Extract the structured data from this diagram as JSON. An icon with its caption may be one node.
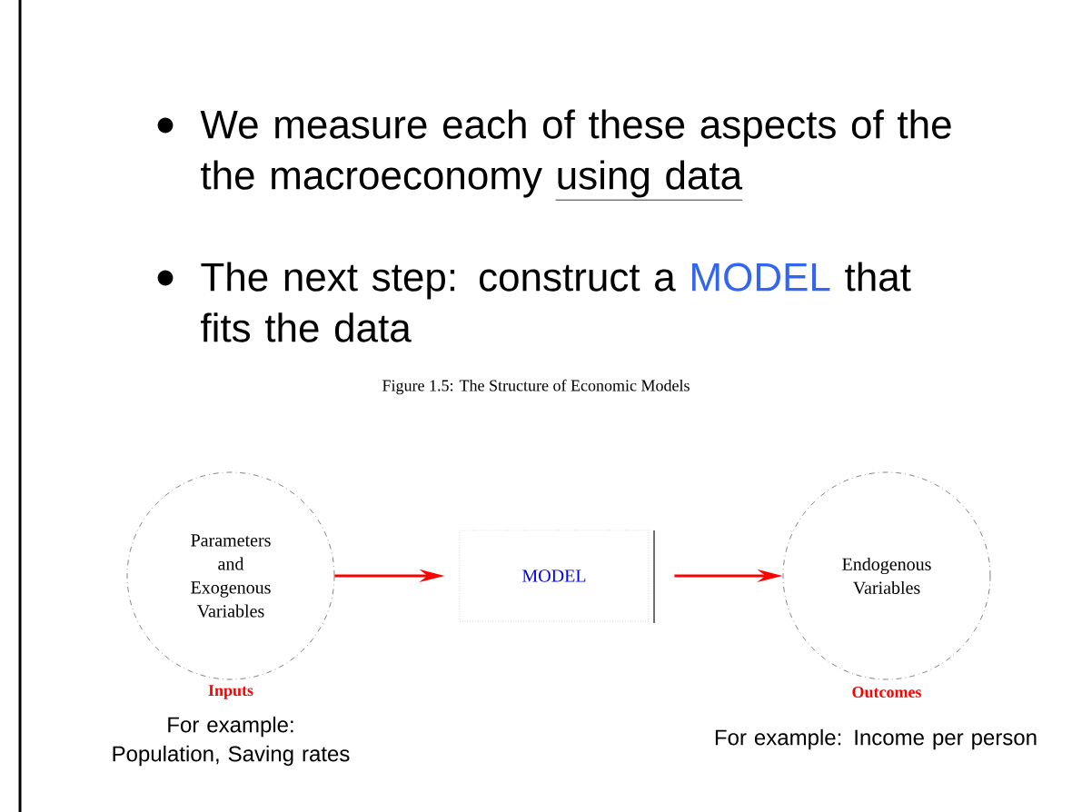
{
  "diagram": {
    "title": "Figure 1.5: The Structure of Economic Models",
    "nodes": [
      {
        "text": [
          "Parameters and Exogenous Variables"
        ],
        "beside": [
          "Inputs",
          "For example:  Population, Saving rates"
        ]
      },
      {
        "text": [
          "MODEL"
        ]
      },
      {
        "text": [
          "Endogenous Variables"
        ],
        "beside": [
          "Outcomes",
          "For example:  Income per person"
        ]
      }
    ],
    "edges": [
      {
        "from": 0,
        "to": 1,
        "arrow": "to"
      },
      {
        "from": 1,
        "to": 2,
        "arrow": "to"
      }
    ],
    "labels": [
      "We measure each of these aspects of the the macroeconomy",
      "using data",
      "The next step:  construct a",
      "MODEL",
      "that fits the data"
    ]
  }
}
